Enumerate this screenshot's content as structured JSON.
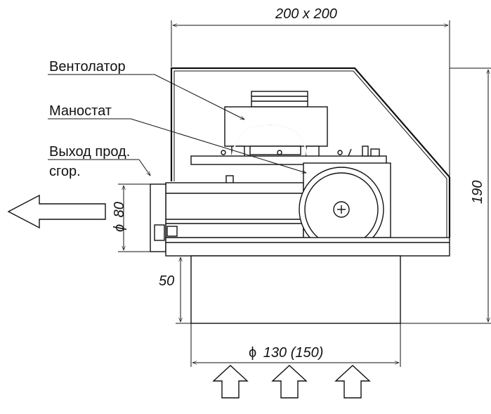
{
  "labels": {
    "fan": "Вентолатор",
    "pressostat": "Маностат",
    "exhaust_line1": "Выход прод.",
    "exhaust_line2": "сгор."
  },
  "dimensions": {
    "top_width": "200 x 200",
    "height": "190",
    "outlet_diameter_value": "80",
    "base_height": "50",
    "inlet_diameter_value": "130  (150)",
    "phi": "ϕ"
  }
}
